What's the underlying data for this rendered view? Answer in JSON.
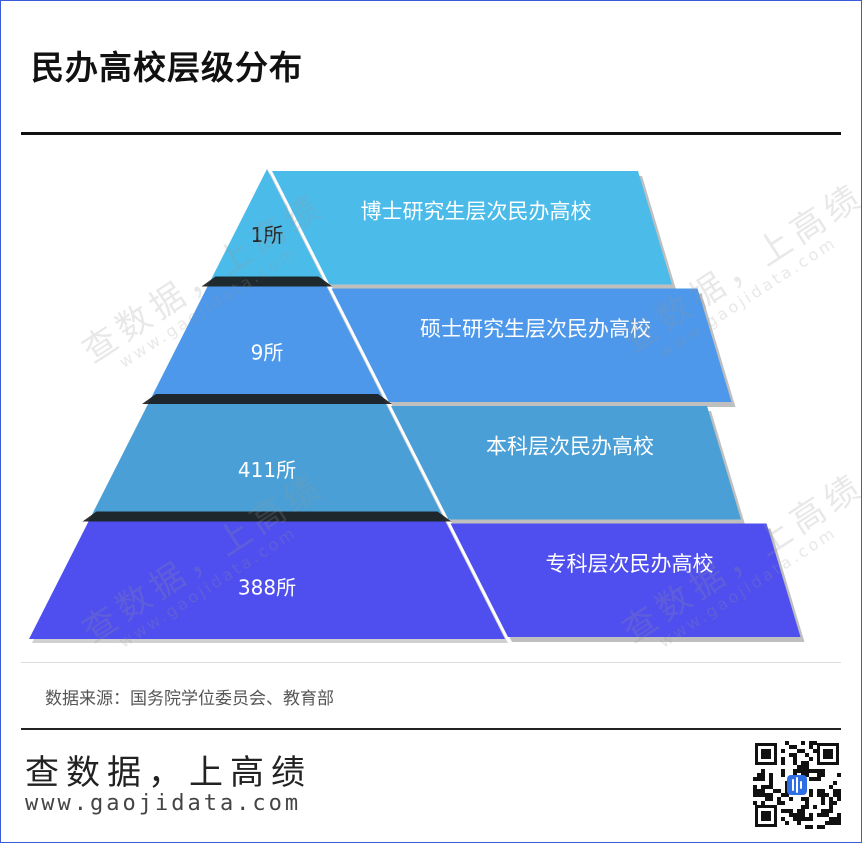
{
  "header": {
    "title": "民办高校层级分布"
  },
  "chart_data": {
    "type": "pyramid",
    "levels": [
      {
        "name": "博士研究生层次民办高校",
        "value": 1,
        "label": "1所",
        "color": "#4bbcea",
        "labelColor": "#222222"
      },
      {
        "name": "硕士研究生层次民办高校",
        "value": 9,
        "label": "9所",
        "color": "#4d98ea",
        "labelColor": "#ffffff"
      },
      {
        "name": "本科层次民办高校",
        "value": 411,
        "label": "411所",
        "color": "#4aa0d6",
        "labelColor": "#ffffff"
      },
      {
        "name": "专科层次民办高校",
        "value": 388,
        "label": "388所",
        "color": "#4f4fef",
        "labelColor": "#ffffff"
      }
    ]
  },
  "footer": {
    "source": "数据来源：国务院学位委员会、教育部",
    "brand": "查数据，上高绩",
    "website": "www.gaojidata.com"
  },
  "watermark": {
    "text": "查数据，上高绩",
    "url": "www.gaojidata.com"
  }
}
